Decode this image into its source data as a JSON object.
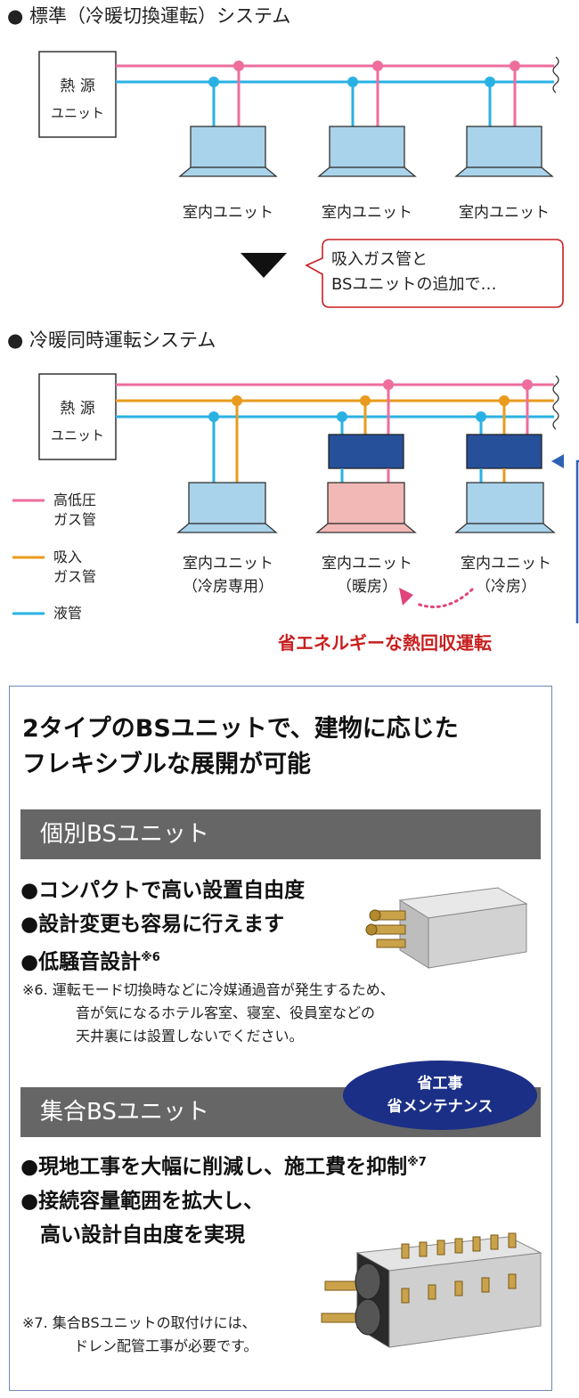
{
  "section1": {
    "title": "● 標準（冷暖切換運転）システム"
  },
  "section2": {
    "title": "● 冷暖同時運転システム"
  },
  "heat_source": {
    "line1": "熱 源",
    "line2": "ユニット"
  },
  "indoor_unit_label": "室内ユニット",
  "sys2_units": [
    {
      "name": "室内ユニット",
      "mode": "（冷房専用）"
    },
    {
      "name": "室内ユニット",
      "mode": "（暖房）"
    },
    {
      "name": "室内ユニット",
      "mode": "（冷房）"
    }
  ],
  "balloon": {
    "line1": "吸入ガス管と",
    "line2": "BSユニットの追加で…"
  },
  "legend": [
    {
      "line1": "高低圧",
      "line2": "ガス管",
      "color": "#ee6d9d"
    },
    {
      "line1": "吸入",
      "line2": "ガス管",
      "color": "#e89b1e"
    },
    {
      "line1": "液管",
      "line2": "",
      "color": "#2ab1e3"
    }
  ],
  "heat_recovery": "省エネルギーな熱回収運転",
  "panel": {
    "headline_line1": "2タイプのBSユニットで、建物に応じた",
    "headline_line2": "フレキシブルな展開が可能",
    "individual": {
      "title": "個別BSユニット",
      "features": [
        "●コンパクトで高い設置自由度",
        "●設計変更も容易に行えます",
        "●低騒音設計"
      ],
      "note_ref": "※6",
      "note_line1": "※6. 運転モード切換時などに冷媒通過音が発生するため、",
      "note_line2": "音が気になるホテル客室、寝室、役員室などの",
      "note_line3": "天井裏には設置しないでください。"
    },
    "multi": {
      "title": "集合BSユニット",
      "badge_line1": "省工事",
      "badge_line2": "省メンテナンス",
      "features": [
        "●現地工事を大幅に削減し、施工費を抑制",
        "●接続容量範囲を拡大し、",
        "高い設計自由度を実現"
      ],
      "note_ref": "※7",
      "note_line1": "※7. 集合BSユニットの取付けには、",
      "note_line2": "ドレン配管工事が必要です。"
    }
  },
  "colors": {
    "high_low_gas": "#ee6d9d",
    "suction_gas": "#e89b1e",
    "liquid": "#2ab1e3",
    "indoor_unit": "#a9d3ea",
    "heating_unit": "#f2b8b5",
    "bs_unit": "#27509b",
    "accent_red": "#c81e1e",
    "band_gray": "#666666",
    "badge_navy": "#1b2f86"
  }
}
